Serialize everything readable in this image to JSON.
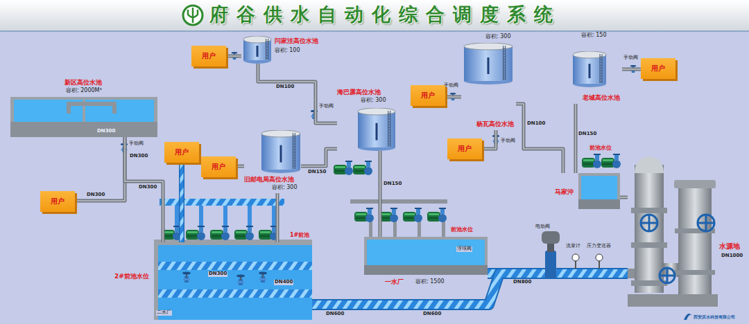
{
  "diagram": {
    "title": "府谷供水自动化综合调度系统",
    "nodes": [
      {
        "text": [
          "新区高位水池",
          "容积: 2000M³"
        ]
      },
      {
        "text": [
          "用户"
        ]
      },
      {
        "text": [
          "闫家洼高位水池",
          "容积: 100"
        ]
      },
      {
        "text": [
          "用户"
        ]
      },
      {
        "text": [
          "海巴霹高位水池",
          "容积: 300"
        ]
      },
      {
        "text": [
          "旧邮电局高位水池",
          "容积: 300"
        ]
      },
      {
        "text": [
          "用户"
        ]
      },
      {
        "text": [
          "用户"
        ]
      },
      {
        "text": [
          "杨瓦高位水池",
          "容积: 300"
        ]
      },
      {
        "text": [
          "用户"
        ]
      },
      {
        "text": [
          "用户"
        ]
      },
      {
        "text": [
          "老城高位水池",
          "容积: 150"
        ]
      },
      {
        "text": [
          "用户"
        ]
      },
      {
        "text": [
          "马家沖"
        ]
      },
      {
        "text": [
          "2#前池水位"
        ]
      },
      {
        "text": [
          "一水厂",
          "容积: 1500"
        ]
      },
      {
        "text": [
          "水源地"
        ]
      }
    ],
    "edges": [
      {
        "from": 0,
        "to": 1,
        "arrow": "none"
      },
      {
        "from": 0,
        "to": 14,
        "arrow": "none"
      },
      {
        "from": 2,
        "to": 3,
        "arrow": "none"
      },
      {
        "from": 4,
        "to": 2,
        "arrow": "none"
      },
      {
        "from": 4,
        "to": 5,
        "arrow": "none"
      },
      {
        "from": 5,
        "to": 7,
        "arrow": "none"
      },
      {
        "from": 14,
        "to": 5,
        "arrow": "none"
      },
      {
        "from": 14,
        "to": 6,
        "arrow": "none"
      },
      {
        "from": 15,
        "to": 4,
        "arrow": "none"
      },
      {
        "from": 16,
        "to": 15,
        "arrow": "none"
      },
      {
        "from": 16,
        "to": 14,
        "arrow": "none"
      },
      {
        "from": 16,
        "to": 13,
        "arrow": "none"
      },
      {
        "from": 13,
        "to": 11,
        "arrow": "none"
      },
      {
        "from": 13,
        "to": 8,
        "arrow": "none"
      },
      {
        "from": 11,
        "to": 12,
        "arrow": "none"
      },
      {
        "from": 8,
        "to": 9,
        "arrow": "none"
      },
      {
        "from": 8,
        "to": 10,
        "arrow": "none"
      }
    ],
    "labels": [
      "DN300",
      "手动阀",
      "DN300",
      "DN300",
      "DN300",
      "DN100",
      "手动阀",
      "DN150",
      "DN150",
      "1#前池",
      "DN300",
      "DN400",
      "二水厂",
      "DN600",
      "DN600",
      "DN800",
      "电动阀",
      "流量计",
      "压力变送器",
      "前池水位",
      "浮球阀",
      "手动阀",
      "手动阀",
      "DN100",
      "DN150",
      "前池水位",
      "手动阀",
      "DN1000",
      "西安滨水科技有限公司"
    ]
  }
}
